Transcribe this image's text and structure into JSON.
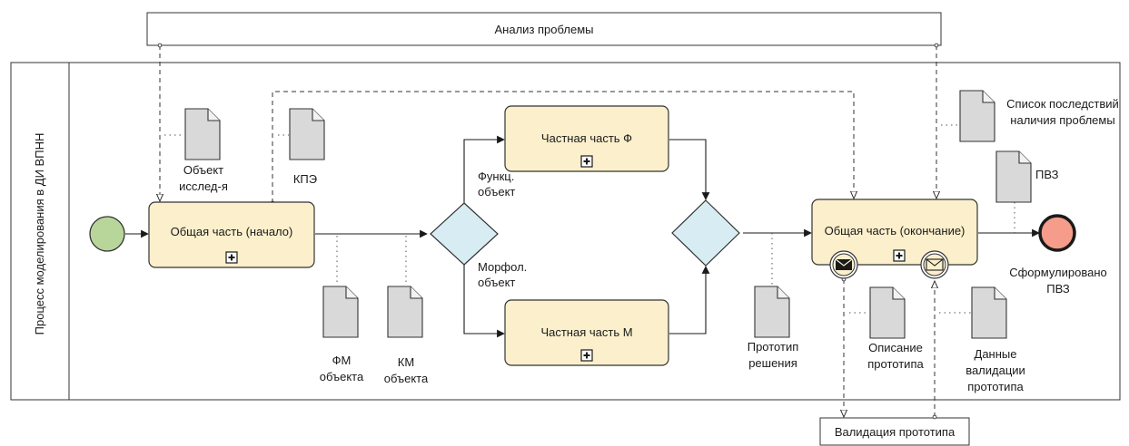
{
  "pools": {
    "top": "Анализ проблемы",
    "bottom": "Валидация прототипа"
  },
  "lane": {
    "label": "Процесс моделирования в ДИ ВПНН"
  },
  "tasks": {
    "general_start": "Общая часть (начало)",
    "private_f": "Частная часть Ф",
    "private_m": "Частная часть М",
    "general_end": "Общая часть (окончание)"
  },
  "subprocess_marker": "+",
  "gateway_labels": {
    "func": [
      "Функц.",
      "объект"
    ],
    "morph": [
      "Морфол.",
      "объект"
    ]
  },
  "data_objects": {
    "research_object": [
      "Объект",
      "исслед-я"
    ],
    "kpe": [
      "КПЭ"
    ],
    "fm_object": [
      "ФМ",
      "объекта"
    ],
    "km_object": [
      "КМ",
      "объекта"
    ],
    "prototype_solution": [
      "Прототип",
      "решения"
    ],
    "consequences": [
      "Список последствий",
      "наличия проблемы"
    ],
    "pvz": [
      "ПВЗ"
    ],
    "prototype_description": [
      "Описание",
      "прототипа"
    ],
    "validation_data": [
      "Данные",
      "валидации",
      "прототипа"
    ]
  },
  "end_event": {
    "label": [
      "Сформулировано",
      "ПВЗ"
    ]
  },
  "colors": {
    "task_fill": "#fcefcc",
    "gateway_fill": "#d8edf3",
    "start_fill": "#b8d69a",
    "end_fill": "#f59c8b",
    "doc_fill": "#d9d9d9",
    "line": "#1a1a1a"
  },
  "icons": {
    "event_throw": "envelope-filled-icon",
    "event_catch": "envelope-outline-icon"
  }
}
